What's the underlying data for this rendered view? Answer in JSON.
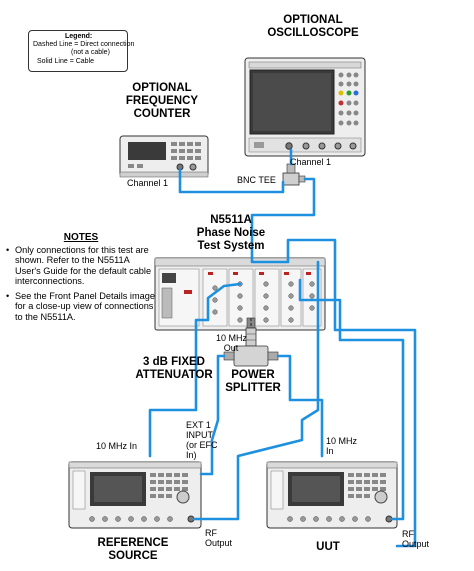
{
  "legend": {
    "title": "Legend:",
    "dashed_line_1": "Dashed Line = Direct connection",
    "dashed_line_2": "(not a cable)",
    "solid_line": "Solid Line = Cable"
  },
  "titles": {
    "oscilloscope_1": "OPTIONAL",
    "oscilloscope_2": "OSCILLOSCOPE",
    "counter_1": "OPTIONAL",
    "counter_2": "FREQUENCY",
    "counter_3": "COUNTER",
    "test_system_1": "N5511A",
    "test_system_2": "Phase Noise",
    "test_system_3": "Test System",
    "attenuator_1": "3 dB FIXED",
    "attenuator_2": "ATTENUATOR",
    "splitter_1": "POWER",
    "splitter_2": "SPLITTER",
    "reference_1": "REFERENCE",
    "reference_2": "SOURCE",
    "uut": "UUT"
  },
  "labels": {
    "counter_channel": "Channel 1",
    "scope_channel": "Channel 1",
    "bnc_tee": "BNC TEE",
    "ten_mhz_out_1": "10 MHz",
    "ten_mhz_out_2": "Out",
    "ten_mhz_in_ref": "10 MHz In",
    "ext_1": "EXT 1",
    "ext_2": "INPUT",
    "ext_3": "(or EFC",
    "ext_4": "In)",
    "ten_mhz_in_uut_1": "10 MHz",
    "ten_mhz_in_uut_2": "In",
    "rf_out_ref_1": "RF",
    "rf_out_ref_2": "Output",
    "rf_out_uut_1": "RF",
    "rf_out_uut_2": "Output"
  },
  "notes": {
    "heading": "NOTES",
    "items": [
      "Only connections for this test are shown. Refer to the N5511A User's Guide for the default cable interconnections.",
      "See the Front Panel Details image for a close-up view of connections to the N5511A."
    ]
  },
  "colors": {
    "cable": "#1e90e0",
    "instrument_body": "#ececec",
    "instrument_outline": "#333333",
    "screen": "#3a3a3a"
  }
}
